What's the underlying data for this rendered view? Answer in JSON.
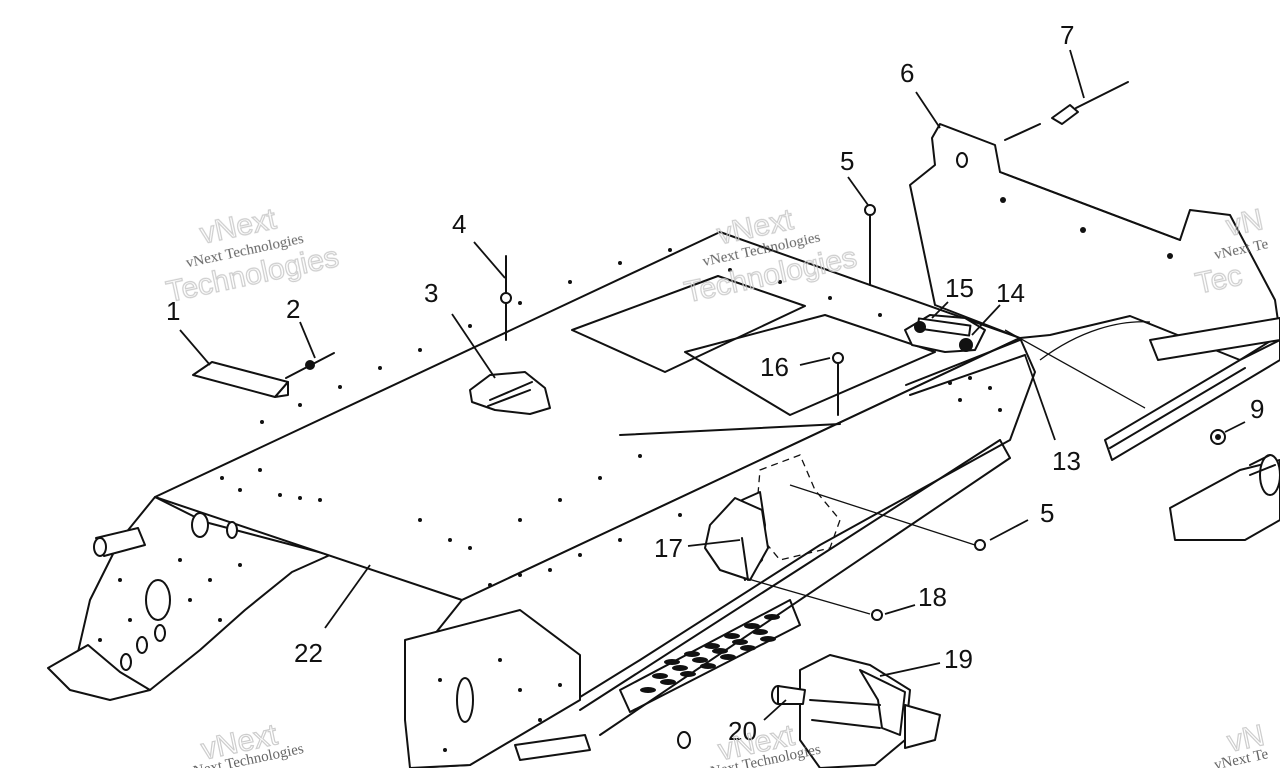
{
  "callouts": [
    {
      "id": "c1",
      "label": "1"
    },
    {
      "id": "c2",
      "label": "2"
    },
    {
      "id": "c3",
      "label": "3"
    },
    {
      "id": "c4",
      "label": "4"
    },
    {
      "id": "c5a",
      "label": "5"
    },
    {
      "id": "c5b",
      "label": "5"
    },
    {
      "id": "c6",
      "label": "6"
    },
    {
      "id": "c7",
      "label": "7"
    },
    {
      "id": "c9",
      "label": "9"
    },
    {
      "id": "c13",
      "label": "13"
    },
    {
      "id": "c14",
      "label": "14"
    },
    {
      "id": "c15",
      "label": "15"
    },
    {
      "id": "c16",
      "label": "16"
    },
    {
      "id": "c17",
      "label": "17"
    },
    {
      "id": "c18",
      "label": "18"
    },
    {
      "id": "c19",
      "label": "19"
    },
    {
      "id": "c20",
      "label": "20"
    },
    {
      "id": "c22",
      "label": "22"
    }
  ],
  "watermark": {
    "small_text": "vNext Technologies",
    "big_line1": "vNext",
    "big_line2": "Technologies",
    "cut_small_text": "vNext Te",
    "cut_big_line1": "vN",
    "cut_big_line2": "Tec"
  }
}
